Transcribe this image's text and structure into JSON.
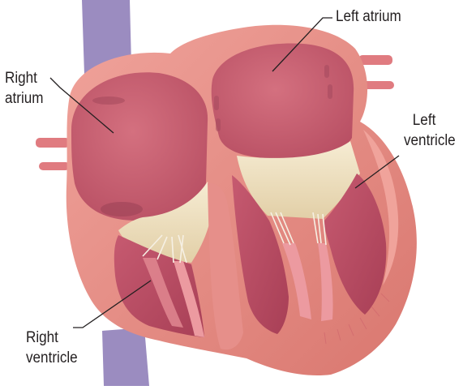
{
  "diagram": {
    "labels": {
      "left_atrium": [
        "Left atrium"
      ],
      "right_atrium": [
        "Right",
        "atrium"
      ],
      "left_ventricle": [
        "Left",
        "ventricle"
      ],
      "right_ventricle": [
        "Right",
        "ventricle"
      ]
    },
    "colors": {
      "vessel": "#9b8cc0",
      "heart_wall": "#e68f8a",
      "chamber_inner": "#c85d6e",
      "ventricle_cavity": "#b64a60",
      "valve_tissue": "#efe2c4",
      "chordae": "#f6f0e4",
      "leader_line": "#231f20"
    }
  }
}
